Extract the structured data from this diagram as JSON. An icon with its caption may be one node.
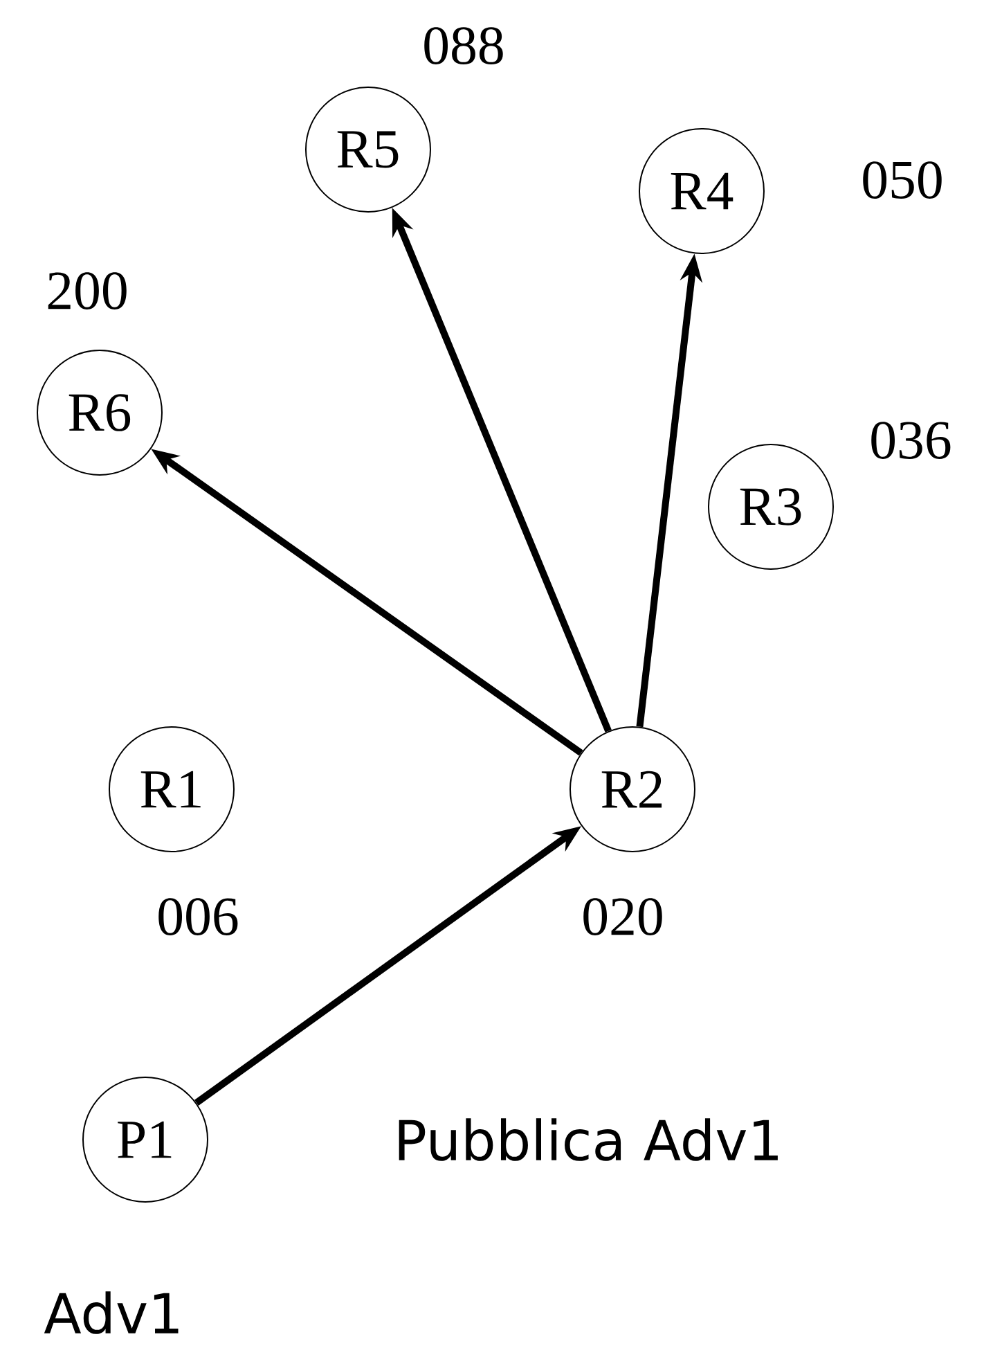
{
  "diagram": {
    "nodes": [
      {
        "text": [
          "R5"
        ],
        "beside": [
          "088"
        ]
      },
      {
        "text": [
          "R4"
        ],
        "beside": [
          "050"
        ]
      },
      {
        "text": [
          "R6"
        ],
        "beside": [
          "200"
        ]
      },
      {
        "text": [
          "R3"
        ],
        "beside": [
          "036"
        ]
      },
      {
        "text": [
          "R1"
        ],
        "beside": [
          "006"
        ]
      },
      {
        "text": [
          "R2"
        ],
        "beside": [
          "020"
        ]
      },
      {
        "text": [
          "P1"
        ],
        "beside": [
          "Adv1"
        ]
      }
    ],
    "edges": [
      {
        "from": 6,
        "to": 5,
        "arrow": "to",
        "label": "Pubblica Adv1"
      },
      {
        "from": 5,
        "to": 2,
        "arrow": "to"
      },
      {
        "from": 5,
        "to": 0,
        "arrow": "to"
      },
      {
        "from": 5,
        "to": 1,
        "arrow": "to"
      }
    ]
  }
}
